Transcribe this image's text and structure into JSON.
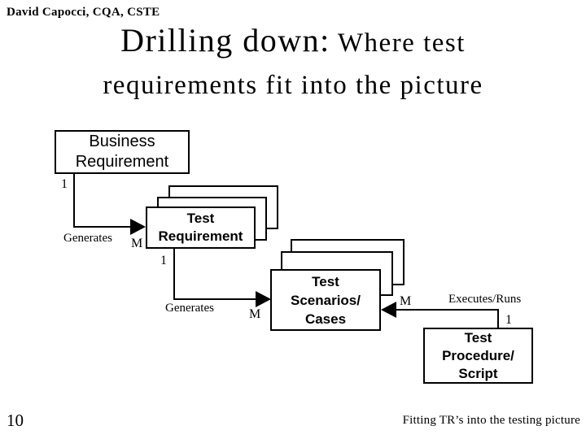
{
  "slide": {
    "header": "David Capocci, CQA, CSTE",
    "title": {
      "line1_large": "Drilling down:",
      "line1_small": " Where test",
      "line2": "requirements fit into the picture"
    },
    "page_number": "10",
    "footer_note": "Fitting TR’s into the testing picture"
  },
  "diagram": {
    "business_requirement": {
      "line1": "Business",
      "line2": "Requirement"
    },
    "test_requirement": {
      "line1": "Test",
      "line2": "Requirement"
    },
    "test_scenarios": {
      "line1": "Test",
      "line2": "Scenarios/",
      "line3": "Cases"
    },
    "test_procedure": {
      "line1": "Test",
      "line2": "Procedure/",
      "line3": "Script"
    },
    "relations": {
      "br_cardinality": "1",
      "br_generates": "Generates",
      "tr_multiplicity": "M",
      "tr_cardinality": "1",
      "tr_generates": "Generates",
      "ts_multiplicity": "M",
      "ts_multiplicity_right": "M",
      "executes_runs": "Executes/Runs",
      "tp_cardinality": "1"
    },
    "colors": {
      "line": "#000000",
      "background": "#ffffff"
    }
  }
}
